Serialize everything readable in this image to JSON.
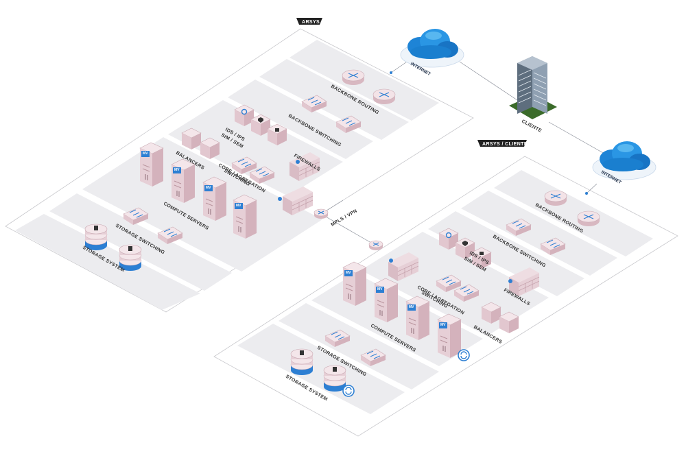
{
  "colors": {
    "platform": "#e9e9ec",
    "platform_edge": "#cfcfd4",
    "device_top": "#f3e3e7",
    "device_side": "#d9b9c2",
    "cloud": "#1e84d6",
    "cloud_light": "#58b7f0",
    "accent_blue": "#2d7fd3",
    "tag_bg": "#222222"
  },
  "tags": {
    "arsys": "ARSYS",
    "arsys_cliente": "ARSYS / CLIENTE"
  },
  "internet": {
    "left": "INTERNET",
    "right": "INTERNET"
  },
  "cliente": "CLIENTE",
  "mpls": "MPLS / VPN",
  "left": {
    "backbone_routing": "BACKBONE ROUTING",
    "backbone_switching": "BACKBONE SWITCHING",
    "ids": "IDS / IPS",
    "sim": "SIM / SEM",
    "balancers": "BALANCERS",
    "firewalls": "FIREWALLS",
    "core1": "CORE / AGREGATION",
    "core2": "SWITCHING",
    "compute": "COMPUTE SERVERS",
    "storage_switching": "STORAGE SWITCHING",
    "storage_system": "STORAGE SYSTEM"
  },
  "right": {
    "backbone_routing": "BACKBONE ROUTING",
    "backbone_switching": "BACKBONE SWITCHING",
    "ids": "IDS / IPS",
    "sim": "SIM / SEM",
    "firewalls": "FIREWALLS",
    "core1": "CORE / AGREGATION",
    "core2": "SWITCHING",
    "balancers": "BALANCERS",
    "compute": "COMPUTE SERVERS",
    "storage_switching": "STORAGE SWITCHING",
    "storage_system": "STORAGE SYSTEM"
  },
  "vm_badge": "MV"
}
